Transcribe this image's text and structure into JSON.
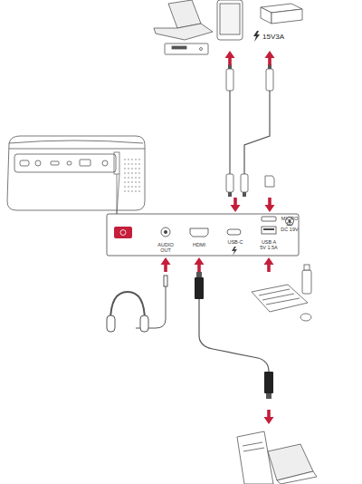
{
  "diagram": {
    "nodes": [
      {
        "text": [
          "AUDIO OUT",
          "HDMI",
          "USB-C",
          "USB A 5V 1.5A",
          "MICRO SD",
          "DC 19V"
        ]
      }
    ],
    "labels": [
      "15V3A"
    ]
  }
}
